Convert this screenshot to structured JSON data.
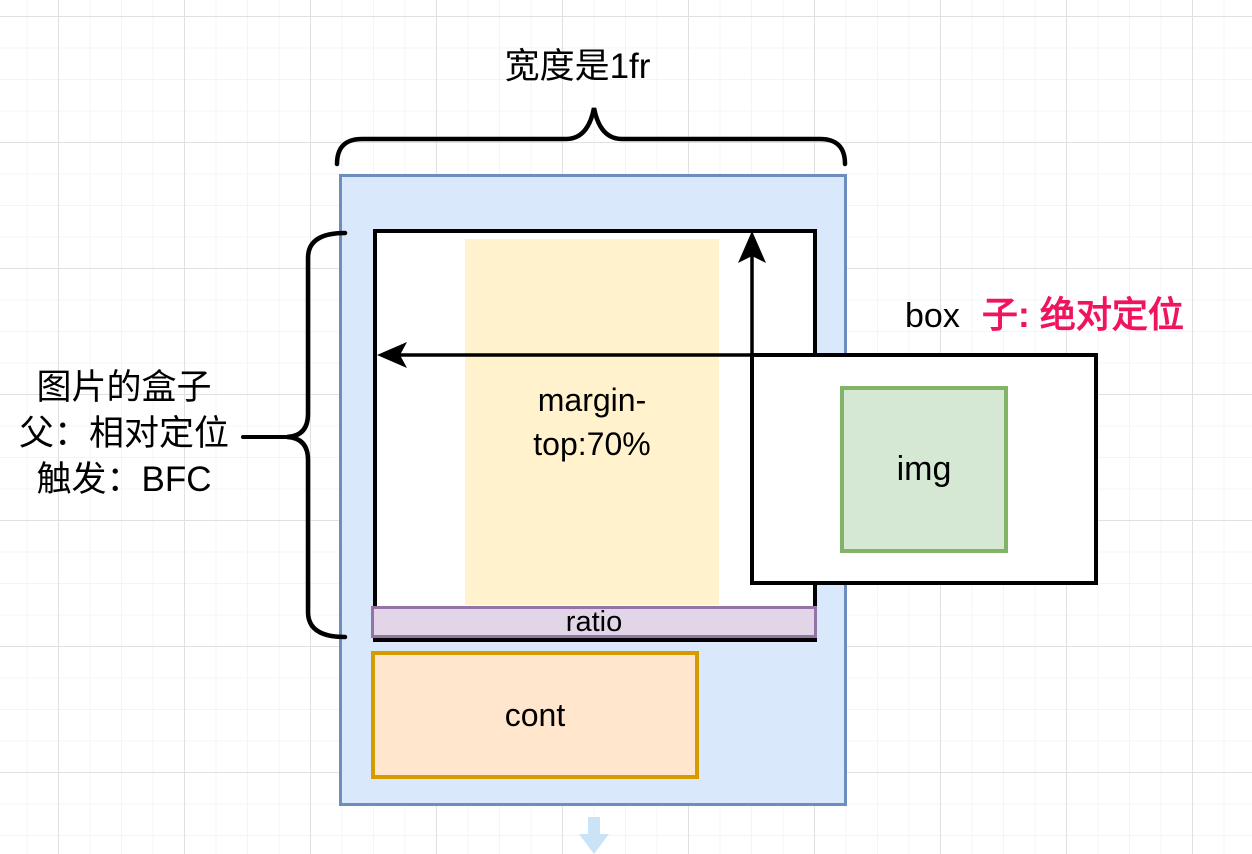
{
  "title": "宽度是1fr",
  "left_note": {
    "lines": [
      "图片的盒子",
      "父：相对定位",
      "触发：BFC"
    ]
  },
  "box_label": {
    "name": "box",
    "child_note": "子: 绝对定位"
  },
  "inner": {
    "margin_line1": "margin-",
    "margin_line2": "top:70%",
    "ratio": "ratio",
    "cont": "cont",
    "img": "img"
  },
  "colors": {
    "accent-pink": "#F0145F",
    "blue-fill": "#DAE8FC",
    "blue-border": "#6C8EBF",
    "yellow-fill": "#FFF2CC",
    "purple-fill": "#E1D5E7",
    "purple-border": "#9673A6",
    "orange-fill": "#FFE6CC",
    "orange-border": "#D79B00",
    "green-fill": "#D5E8D4",
    "green-border": "#82B366",
    "down-arrow": "#CBE3F6",
    "grid-minor": "#f4f4f4",
    "grid-major": "#e0e0e0"
  }
}
